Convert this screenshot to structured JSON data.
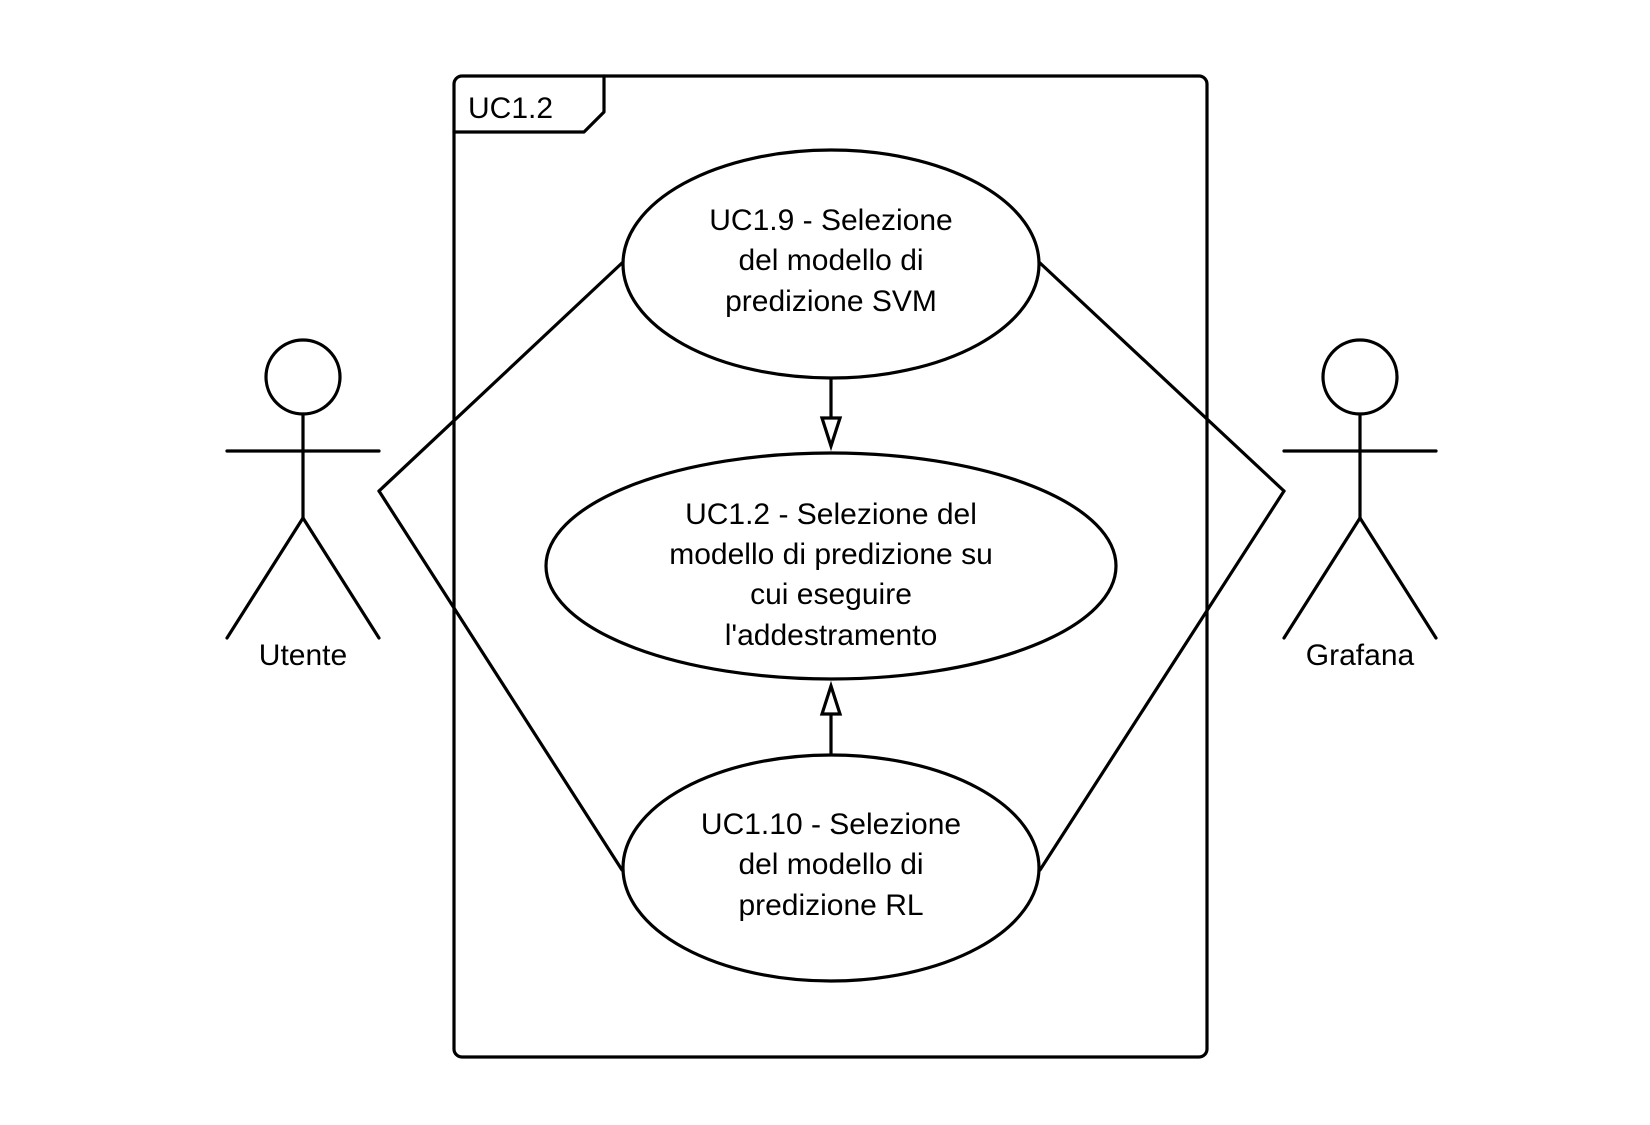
{
  "frame": {
    "label": "UC1.2"
  },
  "actors": {
    "left": {
      "label": "Utente"
    },
    "right": {
      "label": "Grafana"
    }
  },
  "use_cases": {
    "uc19": {
      "lines": [
        "UC1.9 - Selezione",
        "del modello di",
        "predizione SVM"
      ]
    },
    "uc12": {
      "lines": [
        "UC1.2 - Selezione del",
        "modello di predizione su",
        "cui eseguire",
        "l'addestramento"
      ]
    },
    "uc110": {
      "lines": [
        "UC1.10 - Selezione",
        "del modello di",
        "predizione RL"
      ]
    }
  },
  "relations": [
    {
      "from": "uc19",
      "to": "uc12",
      "kind": "generalization"
    },
    {
      "from": "uc110",
      "to": "uc12",
      "kind": "generalization"
    }
  ],
  "associations": [
    {
      "actor": "Utente",
      "use_cases": [
        "uc19",
        "uc110"
      ]
    },
    {
      "actor": "Grafana",
      "use_cases": [
        "uc19",
        "uc110"
      ]
    }
  ]
}
